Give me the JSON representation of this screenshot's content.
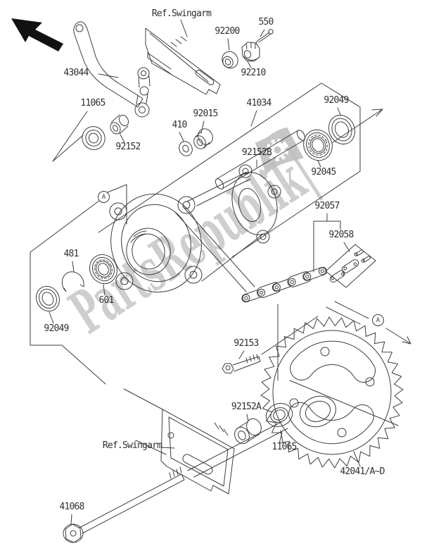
{
  "watermark": {
    "text": "PartsRepublik|",
    "color": "#c6c6c6"
  },
  "diagram": {
    "line_color": "#3c3c3c",
    "background": "#ffffff"
  },
  "callouts": [
    {
      "text": "A"
    },
    {
      "text": "A"
    }
  ],
  "labels": [
    {
      "id": "ref-swingarm-top",
      "text": "Ref.Swingarm"
    },
    {
      "id": "43044",
      "text": "43044"
    },
    {
      "id": "11065-left",
      "text": "11065"
    },
    {
      "id": "92152",
      "text": "92152"
    },
    {
      "id": "410",
      "text": "410"
    },
    {
      "id": "92015",
      "text": "92015"
    },
    {
      "id": "92200",
      "text": "92200"
    },
    {
      "id": "550",
      "text": "550"
    },
    {
      "id": "92210",
      "text": "92210"
    },
    {
      "id": "41034",
      "text": "41034"
    },
    {
      "id": "92049-top-right",
      "text": "92049"
    },
    {
      "id": "92152B",
      "text": "92152B"
    },
    {
      "id": "92045",
      "text": "92045"
    },
    {
      "id": "92057",
      "text": "92057"
    },
    {
      "id": "92058",
      "text": "92058"
    },
    {
      "id": "481",
      "text": "481"
    },
    {
      "id": "601",
      "text": "601"
    },
    {
      "id": "92049-bottom-left",
      "text": "92049"
    },
    {
      "id": "92153",
      "text": "92153"
    },
    {
      "id": "92152A",
      "text": "92152A"
    },
    {
      "id": "11065-bottom",
      "text": "11065"
    },
    {
      "id": "ref-swingarm-bottom",
      "text": "Ref.Swingarm"
    },
    {
      "id": "41068",
      "text": "41068"
    },
    {
      "id": "42041",
      "text": "42041/A~D"
    }
  ]
}
